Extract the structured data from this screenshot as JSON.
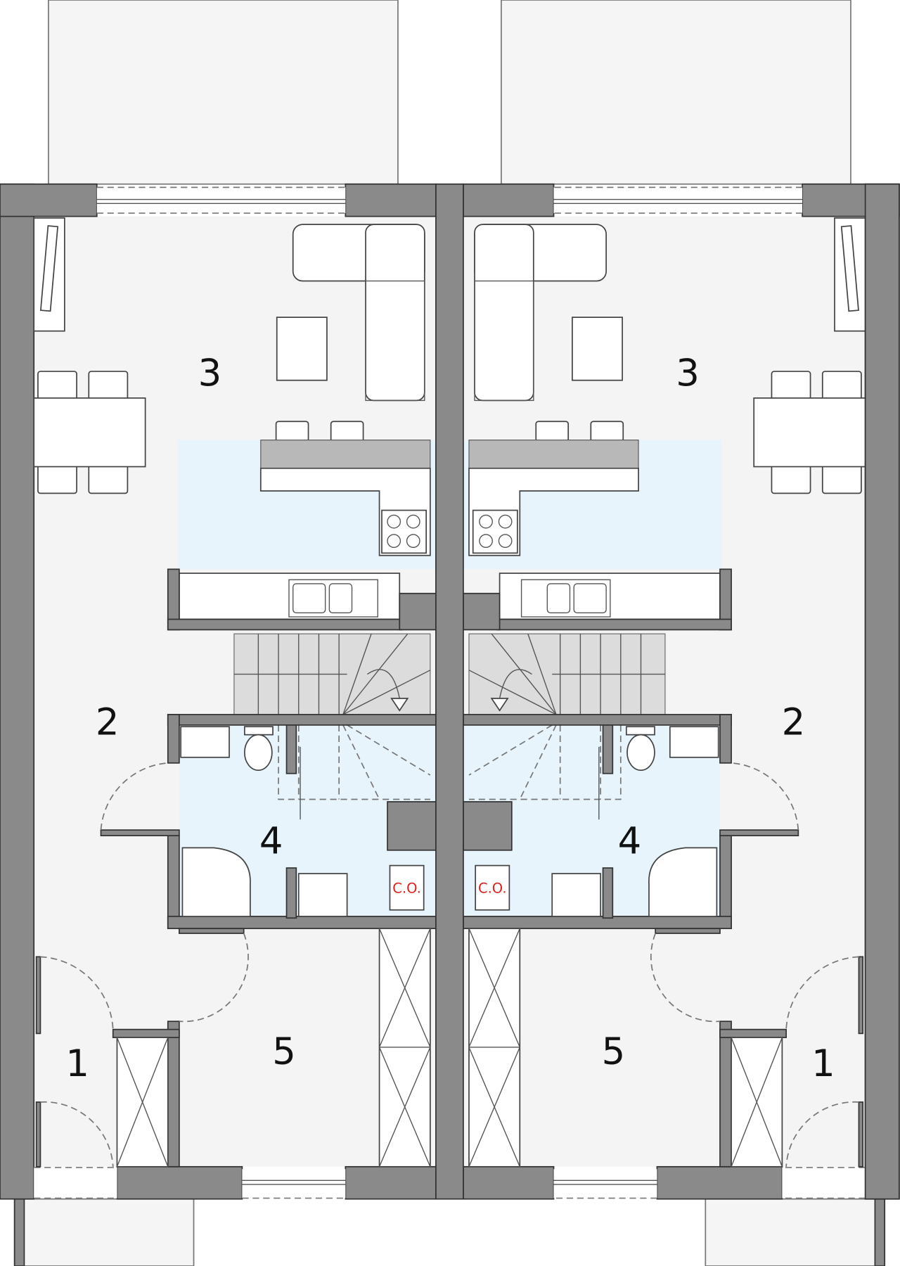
{
  "plan": {
    "colors": {
      "wall": "#8a8a8a",
      "floor": "#f4f4f4",
      "wet_area": "#e8f4fc",
      "boiler_label": "#e0201c"
    },
    "units": [
      {
        "name": "left",
        "rooms": {
          "r1": "1",
          "r2": "2",
          "r3": "3",
          "r4": "4",
          "r5": "5"
        },
        "boiler": "C.O."
      },
      {
        "name": "right",
        "rooms": {
          "r1": "1",
          "r2": "2",
          "r3": "3",
          "r4": "4",
          "r5": "5"
        },
        "boiler": "C.O."
      }
    ]
  }
}
